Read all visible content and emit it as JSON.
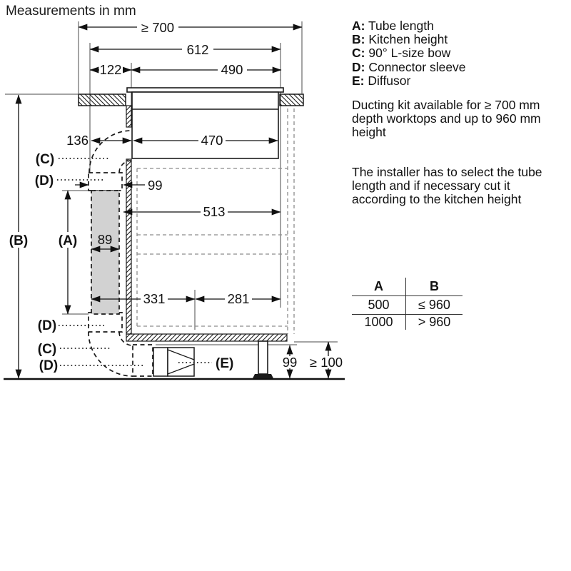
{
  "title": "Measurements in mm",
  "legend": {
    "items": [
      {
        "key": "A:",
        "label": "Tube length"
      },
      {
        "key": "B:",
        "label": "Kitchen height"
      },
      {
        "key": "C:",
        "label": "90° L-size bow"
      },
      {
        "key": "D:",
        "label": "Connector sleeve"
      },
      {
        "key": "E:",
        "label": "Diffusor"
      }
    ]
  },
  "notes": {
    "note1": "Ducting kit available for ≥ 700 mm depth worktops and up to 960 mm height",
    "note2": "The installer has to select the tube length and if necessary cut it according to the kitchen height"
  },
  "table": {
    "headers": [
      "A",
      "B"
    ],
    "rows": [
      [
        "500",
        "≤ 960"
      ],
      [
        "1000",
        "> 960"
      ]
    ]
  },
  "dimensions": {
    "worktop_depth": "≥ 700",
    "hob_width": "612",
    "left_offset": "122",
    "vent_width": "490",
    "bow_offset": "136",
    "duct_width": "470",
    "sleeve_width": "99",
    "cabinet_width": "513",
    "tube_width": "89",
    "bottom_left": "331",
    "bottom_right": "281",
    "plinth_height": "99",
    "min_clearance": "≥ 100"
  },
  "labels": {
    "a": "(A)",
    "b": "(B)",
    "c": "(C)",
    "d": "(D)",
    "e": "(E)"
  }
}
